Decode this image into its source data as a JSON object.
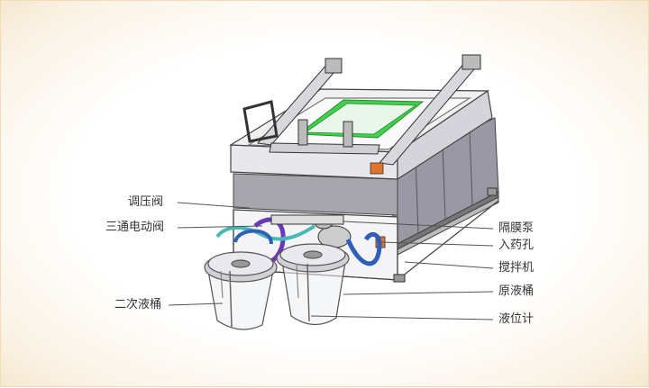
{
  "labels": {
    "pressure_valve": "调压阀",
    "three_way_valve": "三通电动阀",
    "secondary_tank": "二次液桶",
    "diaphragm_pump": "隔膜泵",
    "inlet_hole": "入药孔",
    "mixer": "搅拌机",
    "raw_tank": "原液桶",
    "level_gauge": "液位计"
  },
  "colors": {
    "frame_outline": "#555555",
    "panel": "#9a98a4",
    "green": "#3fd14a",
    "blue_hose": "#2f5fb8",
    "purple": "#6a39b8",
    "cyan_hose": "#48b8b4",
    "orange": "#e0742a",
    "background_edge": "#f6e8d0"
  }
}
